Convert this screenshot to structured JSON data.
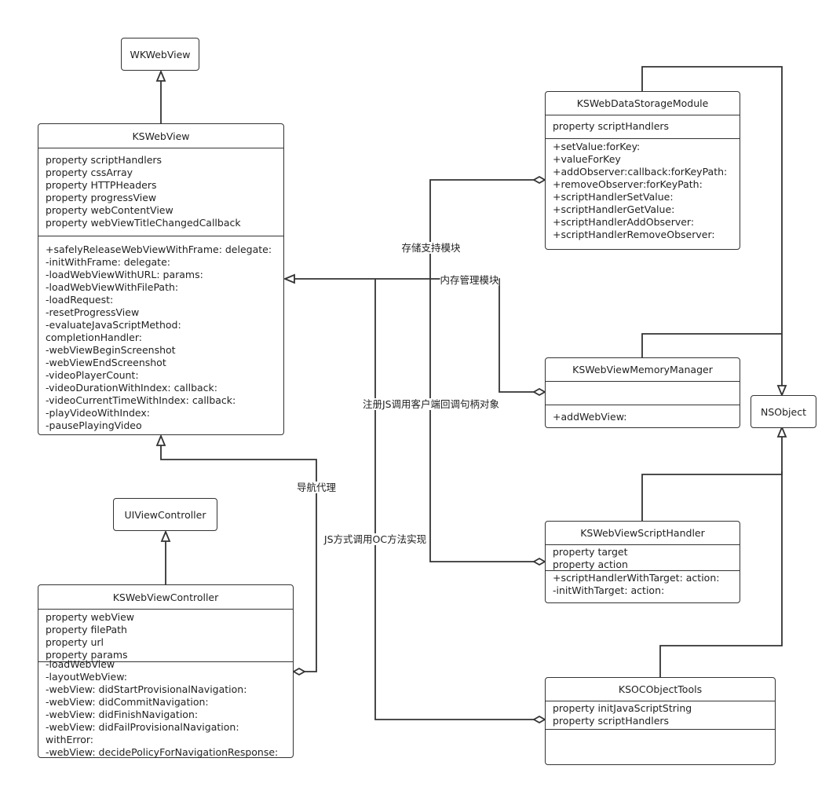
{
  "classes": {
    "wkwebview": {
      "name": "WKWebView"
    },
    "uiviewcontroller": {
      "name": "UIViewController"
    },
    "nsobject": {
      "name": "NSObject"
    },
    "kswebview": {
      "name": "KSWebView",
      "properties": [
        "property scriptHandlers",
        "property cssArray",
        "property HTTPHeaders",
        "property progressView",
        "property webContentView",
        "property webViewTitleChangedCallback"
      ],
      "methods": [
        "+safelyReleaseWebViewWithFrame: delegate:",
        "-initWithFrame: delegate:",
        "-loadWebViewWithURL: params:",
        "-loadWebViewWithFilePath:",
        "-loadRequest:",
        "-resetProgressView",
        "-evaluateJavaScriptMethod:",
        "completionHandler:",
        "-webViewBeginScreenshot",
        "-webViewEndScreenshot",
        "-videoPlayerCount:",
        "-videoDurationWithIndex: callback:",
        "-videoCurrentTimeWithIndex: callback:",
        "-playVideoWithIndex:",
        "-pausePlayingVideo"
      ]
    },
    "kswebviewcontroller": {
      "name": "KSWebViewController",
      "properties": [
        "property webView",
        "property filePath",
        "property url",
        "property params"
      ],
      "methods": [
        "-loadWebView",
        "-layoutWebView:",
        "-webView: didStartProvisionalNavigation:",
        "-webView: didCommitNavigation:",
        "-webView: didFinishNavigation:",
        "-webView: didFailProvisionalNavigation:",
        "withError:",
        "-webView: decidePolicyForNavigationResponse:"
      ]
    },
    "kswebdatastoragemodule": {
      "name": "KSWebDataStorageModule",
      "properties": [
        "property scriptHandlers"
      ],
      "methods": [
        "+setValue:forKey:",
        "+valueForKey",
        "+addObserver:callback:forKeyPath:",
        "+removeObserver:forKeyPath:",
        "+scriptHandlerSetValue:",
        "+scriptHandlerGetValue:",
        "+scriptHandlerAddObserver:",
        "+scriptHandlerRemoveObserver:"
      ]
    },
    "kswebviewmemorymanager": {
      "name": "KSWebViewMemoryManager",
      "properties": [],
      "methods": [
        "+addWebView:"
      ]
    },
    "kswebviewscripthandler": {
      "name": "KSWebViewScriptHandler",
      "properties": [
        "property target",
        "property action"
      ],
      "methods": [
        "+scriptHandlerWithTarget: action:",
        "-initWithTarget: action:"
      ]
    },
    "ksocobjecttools": {
      "name": "KSOCObjectTools",
      "properties": [
        "property initJavaScriptString",
        "property scriptHandlers"
      ],
      "methods": []
    }
  },
  "edge_labels": {
    "storage": "存储支持模块",
    "memory": "内存管理模块",
    "register_js": "注册JS调用客户端回调句柄对象",
    "nav_delegate": "导航代理",
    "js_call_oc": "JS方式调用OC方法实现"
  },
  "colors": {
    "line": "#333333",
    "background": "#ffffff"
  }
}
